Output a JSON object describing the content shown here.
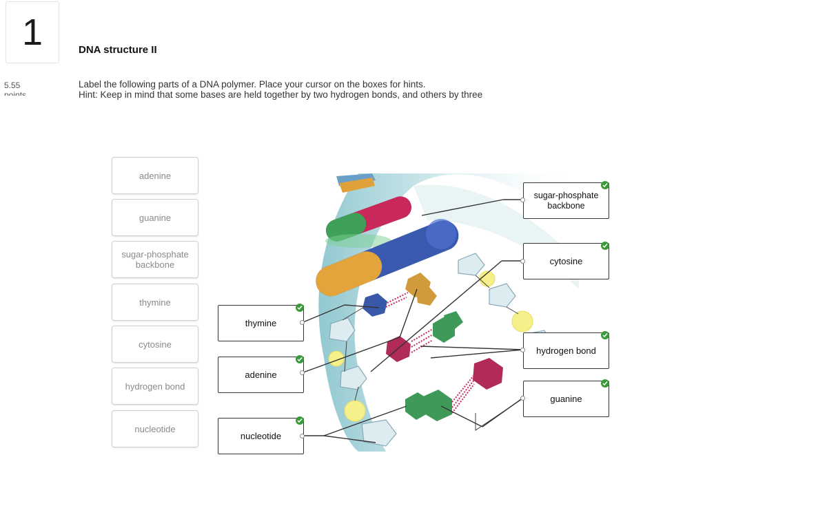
{
  "question": {
    "number": "1",
    "points_value": "5.55",
    "points_label": "points",
    "title": "DNA structure II",
    "instruction_line1": "Label the following parts of a DNA polymer. Place your cursor on the boxes for hints.",
    "instruction_line2": "Hint: Keep in mind that some bases are held together by two hydrogen bonds, and others by three"
  },
  "label_bank": [
    {
      "label": "adenine"
    },
    {
      "label": "guanine"
    },
    {
      "label": "sugar-phosphate backbone"
    },
    {
      "label": "thymine"
    },
    {
      "label": "cytosine"
    },
    {
      "label": "hydrogen bond"
    },
    {
      "label": "nucleotide"
    }
  ],
  "placed_labels": [
    {
      "label": "thymine",
      "status": "correct"
    },
    {
      "label": "adenine",
      "status": "correct"
    },
    {
      "label": "nucleotide",
      "status": "correct"
    },
    {
      "label": "sugar-phosphate backbone",
      "status": "correct"
    },
    {
      "label": "cytosine",
      "status": "correct"
    },
    {
      "label": "hydrogen bond",
      "status": "correct"
    },
    {
      "label": "guanine",
      "status": "correct"
    }
  ],
  "colors": {
    "correct": "#3a9a3a",
    "adenine": "#d19a3a",
    "thymine": "#3a58a8",
    "guanine": "#3f9a5a",
    "cytosine": "#b02a5a",
    "sugar": "#d8e8ee",
    "phosphate": "#f4ee8a",
    "backbone_band": "#a8d4da"
  }
}
